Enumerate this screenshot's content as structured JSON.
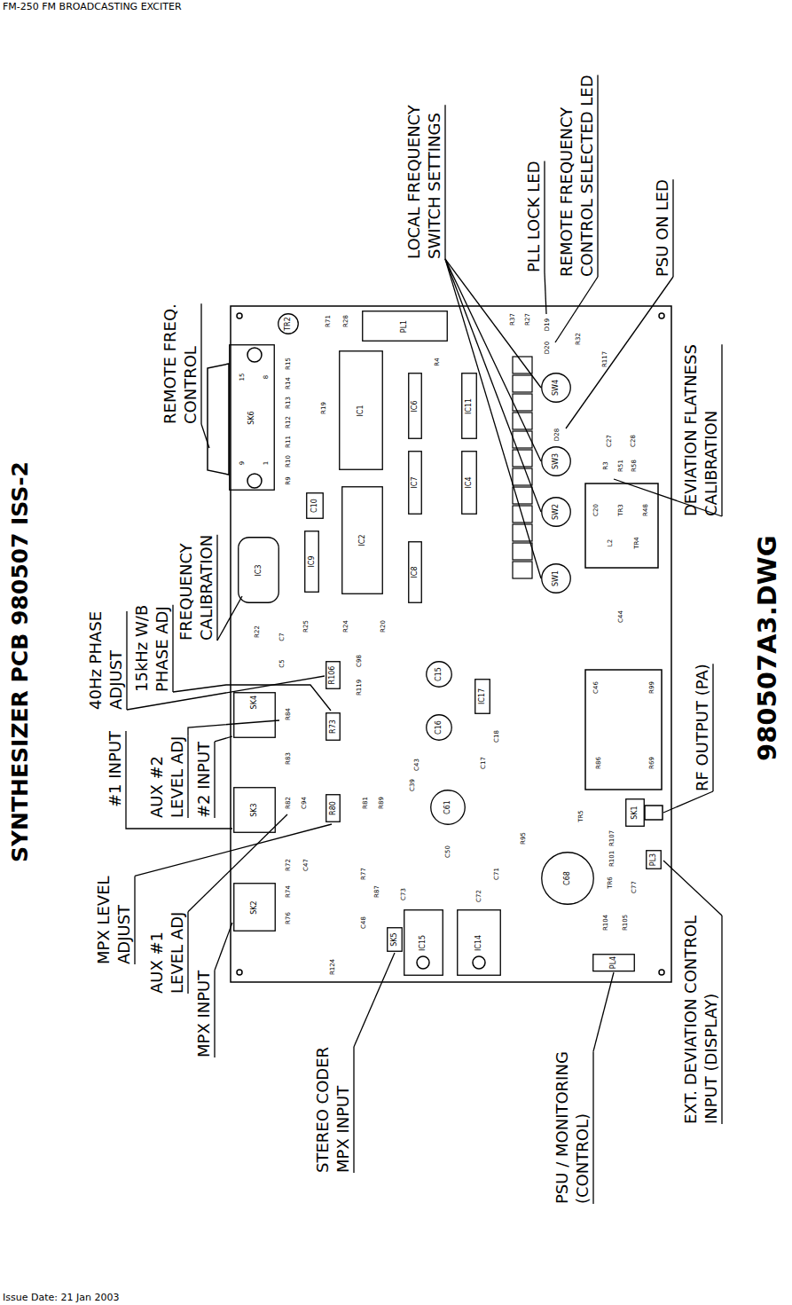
{
  "diagram": {
    "title": "SYNTHESIZER PCB 980507 ISS-2",
    "nodes": [
      {
        "text": [
          "SK6"
        ]
      },
      {
        "text": [
          "TR2"
        ]
      },
      {
        "text": [
          "PL1"
        ]
      },
      {
        "text": [
          "IC1"
        ]
      },
      {
        "text": [
          "IC6"
        ]
      },
      {
        "text": [
          "IC11"
        ]
      },
      {
        "text": [
          "SW4"
        ]
      },
      {
        "text": [
          "SW3"
        ]
      },
      {
        "text": [
          "C10"
        ]
      },
      {
        "text": [
          "IC2"
        ]
      },
      {
        "text": [
          "IC7"
        ]
      },
      {
        "text": [
          "IC4"
        ]
      },
      {
        "text": [
          "SW2"
        ]
      },
      {
        "text": [
          "IC3"
        ]
      },
      {
        "text": [
          "IC9"
        ]
      },
      {
        "text": [
          "IC8"
        ]
      },
      {
        "text": [
          "SW1"
        ]
      },
      {
        "text": [
          "R106"
        ]
      },
      {
        "text": [
          "C15"
        ]
      },
      {
        "text": [
          "IC17"
        ]
      },
      {
        "text": [
          "SK4"
        ]
      },
      {
        "text": [
          "R73"
        ]
      },
      {
        "text": [
          "C16"
        ]
      },
      {
        "text": [
          "SK3"
        ]
      },
      {
        "text": [
          "R80"
        ]
      },
      {
        "text": [
          "C61"
        ]
      },
      {
        "text": [
          "SK1"
        ]
      },
      {
        "text": [
          "C68"
        ]
      },
      {
        "text": [
          "PL3"
        ]
      },
      {
        "text": [
          "SK2"
        ]
      },
      {
        "text": [
          "IC15"
        ]
      },
      {
        "text": [
          "IC14"
        ]
      },
      {
        "text": [
          "SK5"
        ]
      },
      {
        "text": [
          "PL4"
        ]
      }
    ],
    "labels": [
      "FM-250 FM BROADCASTING EXCITER",
      "980507A3.DWG",
      "Issue Date: 21 Jan 2003",
      "REMOTE FREQ. CONTROL",
      "LOCAL FREQUENCY SWITCH SETTINGS",
      "PLL LOCK LED",
      "REMOTE FREQUENCY CONTROL SELECTED LED",
      "PSU ON LED",
      "40Hz PHASE ADJUST",
      "15kHz W/B PHASE ADJ",
      "FREQUENCY CALIBRATION",
      "DEVIATION FLATNESS CALIBRATION",
      "#1 INPUT",
      "AUX #2 LEVEL ADJ",
      "#2 INPUT",
      "RF OUTPUT (PA)",
      "MPX LEVEL ADJUST",
      "AUX #1 LEVEL ADJ",
      "MPX INPUT",
      "EXT. DEVIATION CONTROL INPUT (DISPLAY)",
      "STEREO CODER MPX INPUT",
      "PSU / MONITORING (CONTROL)",
      "15",
      "8",
      "9",
      "1",
      "R71",
      "R28",
      "R15",
      "R14",
      "R13",
      "R12",
      "R11",
      "R10",
      "R9",
      "R19",
      "R4",
      "R37",
      "R27",
      "D19",
      "D20",
      "R32",
      "R117",
      "D28",
      "C27",
      "C28",
      "R3",
      "R51",
      "R58",
      "C20",
      "TR3",
      "R48",
      "L2",
      "TR4",
      "R22",
      "R25",
      "R24",
      "R20",
      "C7",
      "C5",
      "C98",
      "R119",
      "R84",
      "R83",
      "R82",
      "C94",
      "R81",
      "R89",
      "C43",
      "C18",
      "C17",
      "C44",
      "C46",
      "R99",
      "R86",
      "R69",
      "TR5",
      "R107",
      "R101",
      "TR6",
      "C77",
      "R104",
      "R105",
      "R124",
      "R72",
      "R74",
      "R76",
      "C47",
      "C48",
      "R77",
      "R87",
      "C71",
      "C72",
      "C73",
      "C39",
      "C50",
      "R95"
    ]
  }
}
